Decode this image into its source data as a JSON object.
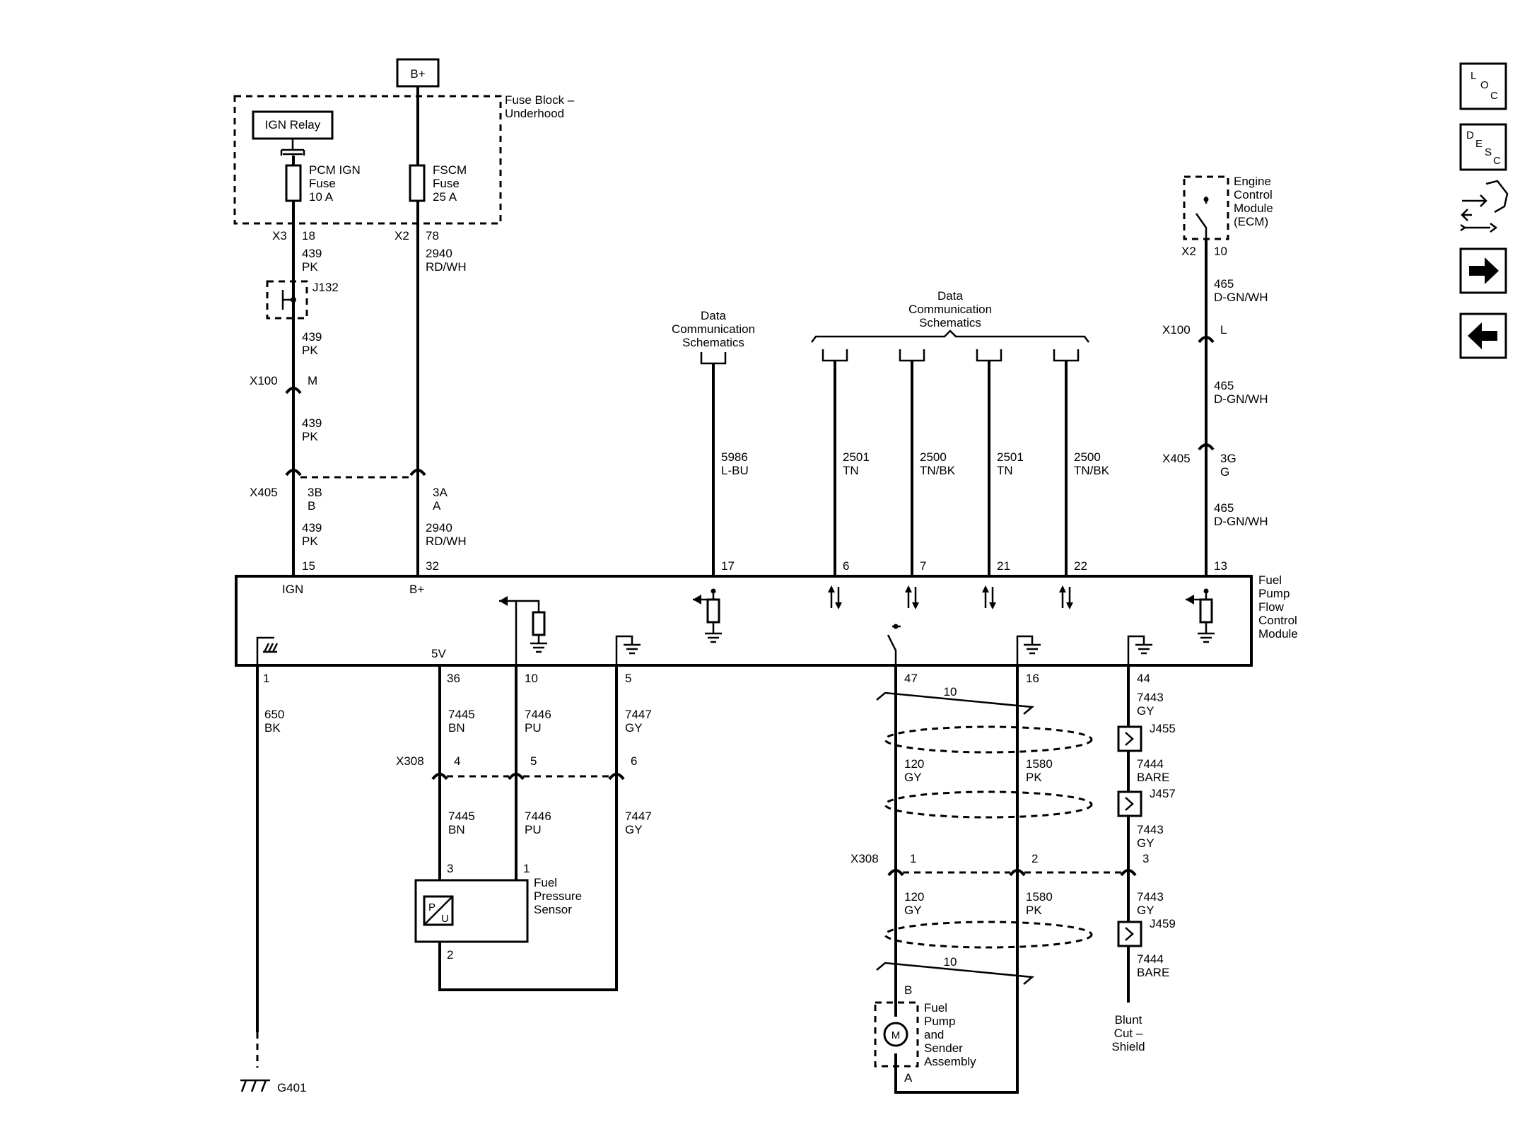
{
  "labels": {
    "b_plus_top": "B+",
    "fuse_block": "Fuse Block –",
    "fuse_block_2": "Underhood",
    "ign_relay": "IGN Relay",
    "pcm_fuse_1": "PCM IGN",
    "pcm_fuse_2": "Fuse",
    "pcm_fuse_3": "10 A",
    "fscm_fuse_1": "FSCM",
    "fscm_fuse_2": "Fuse",
    "fscm_fuse_3": "25 A",
    "x3": "X3",
    "p18": "18",
    "x2a": "X2",
    "p78": "78",
    "w439a": "439",
    "pka": "PK",
    "w2940a": "2940",
    "rdwha": "RD/WH",
    "j132": "J132",
    "w439b": "439",
    "pkb": "PK",
    "x100a": "X100",
    "pM": "M",
    "w439c": "439",
    "pkc": "PK",
    "x405a": "X405",
    "p3B": "3B",
    "pB": "B",
    "p3A": "3A",
    "pA": "A",
    "w439d": "439",
    "pkd": "PK",
    "w2940b": "2940",
    "rdwhb": "RD/WH",
    "p15": "15",
    "p32": "32",
    "ign_pin": "IGN",
    "bplus_pin": "B+",
    "dcs1_1": "Data",
    "dcs1_2": "Communication",
    "dcs1_3": "Schematics",
    "dcs2_1": "Data",
    "dcs2_2": "Communication",
    "dcs2_3": "Schematics",
    "w5986": "5986",
    "lbu": "L-BU",
    "w2501a": "2501",
    "tna": "TN",
    "w2500a": "2500",
    "tnbka": "TN/BK",
    "w2501b": "2501",
    "tnb": "TN",
    "w2500b": "2500",
    "tnbkb": "TN/BK",
    "p17": "17",
    "p6": "6",
    "p7": "7",
    "p21": "21",
    "p22": "22",
    "p13": "13",
    "ecm_1": "Engine",
    "ecm_2": "Control",
    "ecm_3": "Module",
    "ecm_4": "(ECM)",
    "x2b": "X2",
    "p10e": "10",
    "w465a": "465",
    "dgnwha": "D-GN/WH",
    "x100b": "X100",
    "pL": "L",
    "w465b": "465",
    "dgnwhb": "D-GN/WH",
    "x405b": "X405",
    "p3G": "3G",
    "pG": "G",
    "w465c": "465",
    "dgnwhc": "D-GN/WH",
    "fpfcm_1": "Fuel",
    "fpfcm_2": "Pump",
    "fpfcm_3": "Flow",
    "fpfcm_4": "Control",
    "fpfcm_5": "Module",
    "v5": "5V",
    "p1": "1",
    "p36": "36",
    "p10": "10",
    "p5": "5",
    "p47": "47",
    "p16": "16",
    "p44": "44",
    "w650": "650",
    "bk": "BK",
    "w7445a": "7445",
    "bna": "BN",
    "w7446a": "7446",
    "pua": "PU",
    "w7447a": "7447",
    "gya": "GY",
    "x308a": "X308",
    "p4": "4",
    "p5b": "5",
    "p6b": "6",
    "w7445b": "7445",
    "bnb": "BN",
    "w7446b": "7446",
    "pub": "PU",
    "w7447b": "7447",
    "gyb": "GY",
    "p3s": "3",
    "p1s": "1",
    "p2s": "2",
    "fps_1": "Fuel",
    "fps_2": "Pressure",
    "fps_3": "Sensor",
    "sensor_p": "P",
    "sensor_u": "U",
    "g401": "G401",
    "twist_a": "10",
    "w7443a": "7443",
    "gyc": "GY",
    "j455": "J455",
    "w120a": "120",
    "gyd": "GY",
    "w1580a": "1580",
    "pka2": "PK",
    "w7444a": "7444",
    "barea": "BARE",
    "j457": "J457",
    "w7443b": "7443",
    "gye": "GY",
    "x308b": "X308",
    "p1b": "1",
    "p2b": "2",
    "p3b": "3",
    "w120b": "120",
    "gyf": "GY",
    "w1580b": "1580",
    "pkb2": "PK",
    "w7443c": "7443",
    "gyg": "GY",
    "j459": "J459",
    "twist_b": "10",
    "w7444b": "7444",
    "bareb": "BARE",
    "pBm": "B",
    "motor_m": "M",
    "fpsa_1": "Fuel",
    "fpsa_2": "Pump",
    "fpsa_3": "and",
    "fpsa_4": "Sender",
    "fpsa_5": "Assembly",
    "pAm": "A",
    "blunt_1": "Blunt",
    "blunt_2": "Cut –",
    "blunt_3": "Shield"
  },
  "nav": {
    "loc_L": "L",
    "loc_O": "O",
    "loc_C": "C",
    "desc_D": "D",
    "desc_E": "E",
    "desc_S": "S",
    "desc_C": "C"
  },
  "nav_icons": [
    "location-icon",
    "description-icon",
    "connector-wrench-icon",
    "next-arrow-icon",
    "previous-arrow-icon"
  ]
}
